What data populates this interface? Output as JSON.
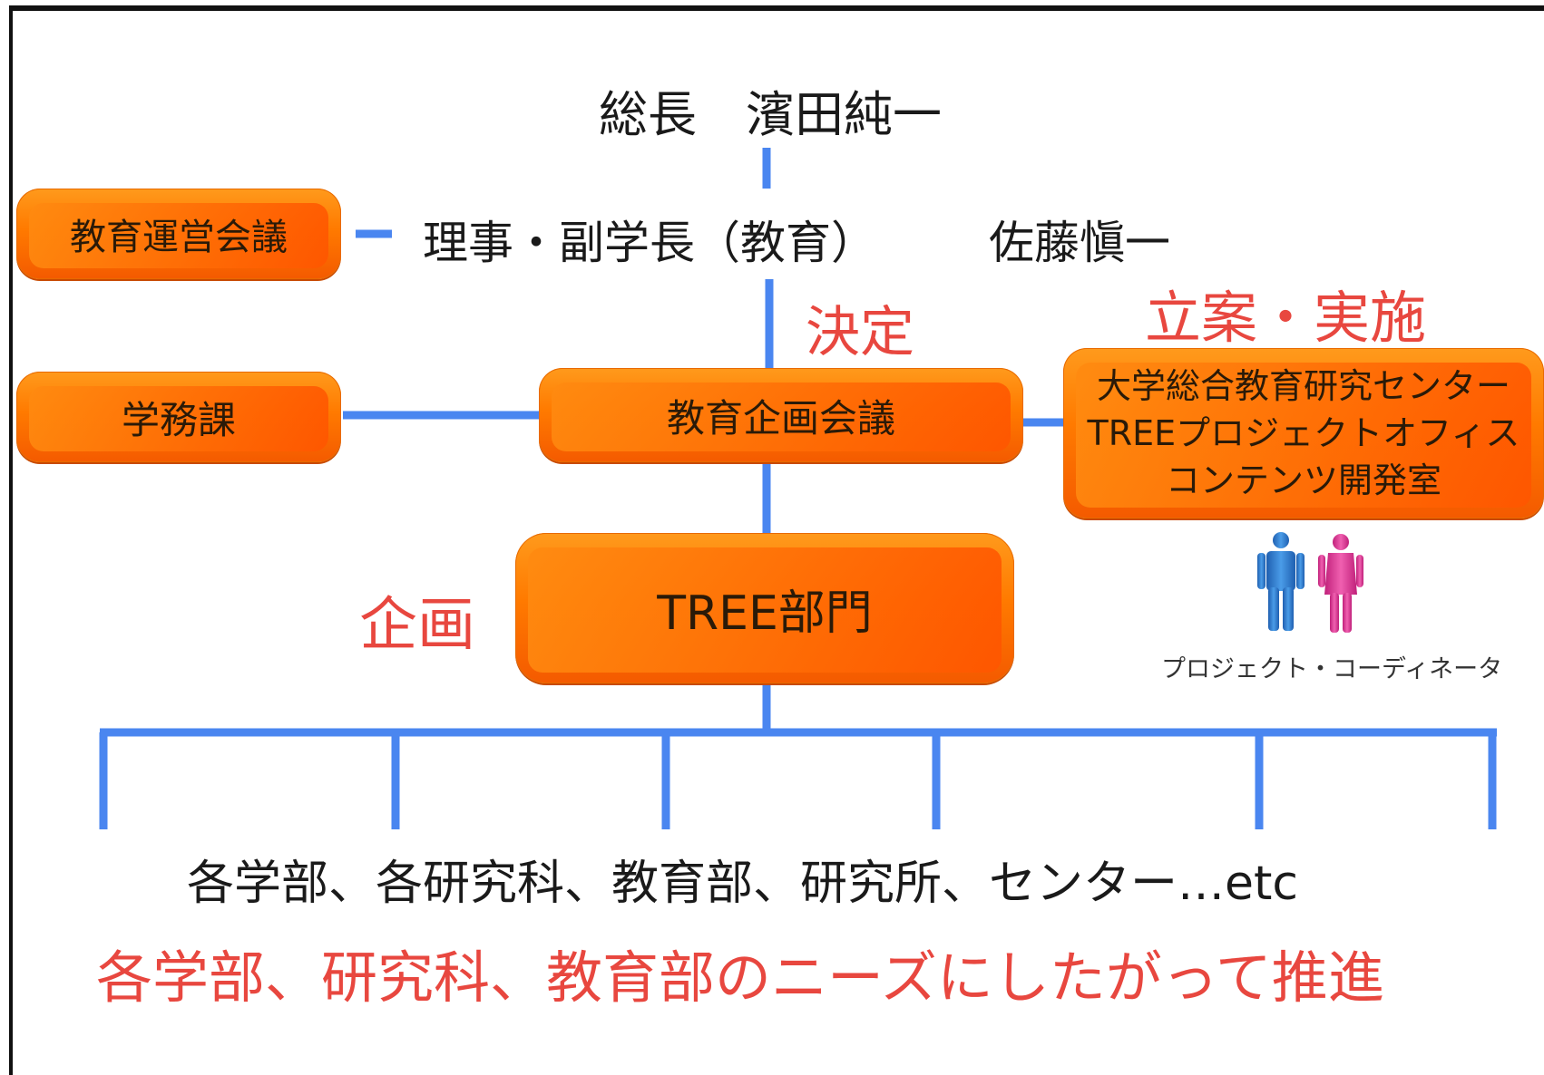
{
  "top": {
    "president": "総長　濱田純一",
    "vp_role": "理事・副学長（教育）",
    "vp_name": "佐藤愼一"
  },
  "boxes": {
    "edu_council": "教育運営会議",
    "academic_affairs": "学務課",
    "edu_planning": "教育企画会議",
    "center_lines": [
      "大学総合教育研究センター",
      "TREEプロジェクトオフィス",
      "コンテンツ開発室"
    ],
    "tree_dept": "TREE部門"
  },
  "labels": {
    "decide": "決定",
    "plan_exec": "立案・実施",
    "plan": "企画",
    "coordinator": "プロジェクト・コーディネータ"
  },
  "bottom": {
    "units": "各学部、各研究科、教育部、研究所、センター…etc",
    "note": "各学部、研究科、教育部のニーズにしたがって推進"
  },
  "colors": {
    "line": "#4a86f0",
    "box": "#ff7a00",
    "accent_red": "#e8473f",
    "male_icon": "#2f7fd6",
    "female_icon": "#e0409a"
  },
  "icons": [
    "male-person-icon",
    "female-person-icon"
  ]
}
